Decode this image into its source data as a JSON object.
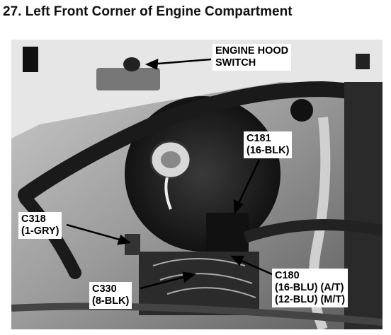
{
  "title": "27. Left Front Corner of Engine Compartment",
  "callouts": {
    "engine_hood_switch": {
      "line1": "ENGINE HOOD",
      "line2": "SWITCH"
    },
    "c181": {
      "line1": "C181",
      "line2": "(16-BLK)"
    },
    "c318": {
      "line1": "C318",
      "line2": "(1-GRY)"
    },
    "c330": {
      "line1": "C330",
      "line2": "(8-BLK)"
    },
    "c180": {
      "line1": "C180",
      "line2": "(16-BLU) (A/T)",
      "line3": "(12-BLU) (M/T)"
    }
  }
}
